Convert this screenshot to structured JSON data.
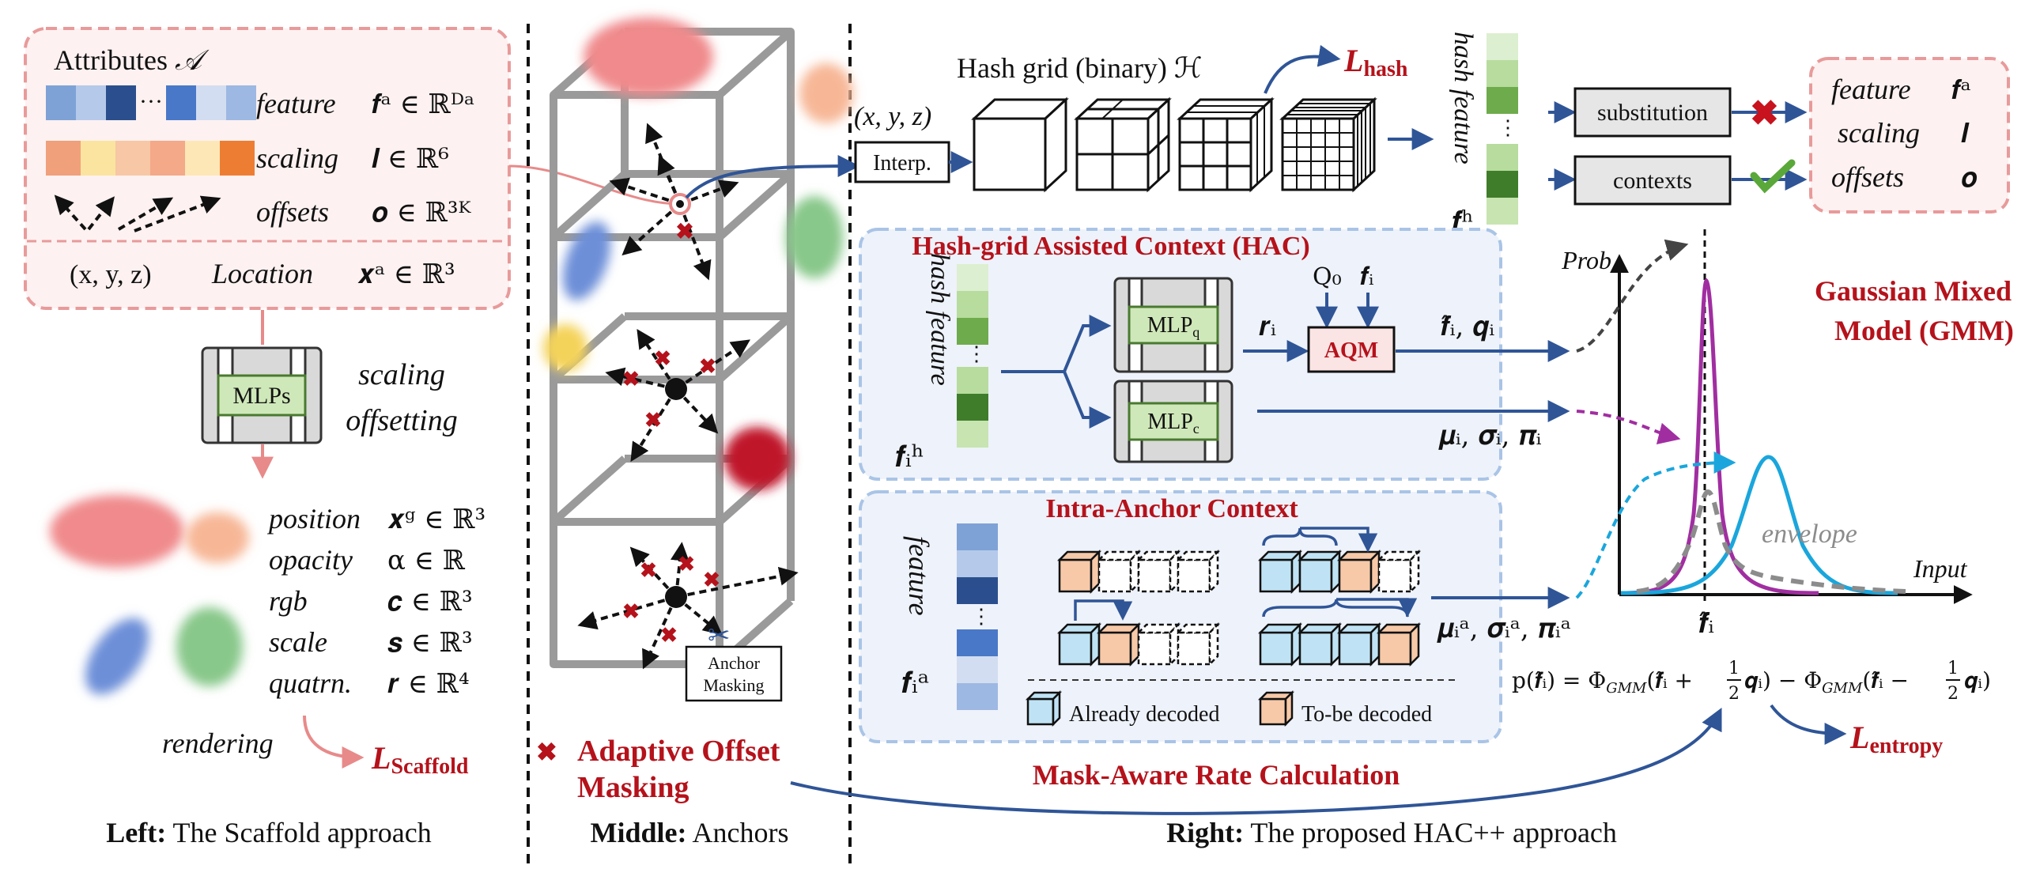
{
  "left": {
    "attributes_title": "Attributes",
    "attributes_symbol": "𝒜",
    "feature_label": "feature",
    "feature_math": "𝒇ᵃ ∈ ℝᴰᵃ",
    "scaling_label": "scaling",
    "scaling_math": "𝒍 ∈ ℝ⁶",
    "offsets_label": "offsets",
    "offsets_math": "𝒐 ∈ ℝ³ᴷ",
    "xyz": "(x, y, z)",
    "location_label": "Location",
    "location_math": "𝒙ᵃ ∈ ℝ³",
    "ellipsis": "···",
    "mlps": "MLPs",
    "scaling_offsetting_1": "scaling",
    "scaling_offsetting_2": "offsetting",
    "gaussians": [
      {
        "label": "position",
        "math": "𝒙ᵍ ∈ ℝ³"
      },
      {
        "label": "opacity",
        "math": "α ∈ ℝ"
      },
      {
        "label": "rgb",
        "math": "𝒄 ∈ ℝ³"
      },
      {
        "label": "scale",
        "math": "𝒔 ∈ ℝ³"
      },
      {
        "label": "quatrn.",
        "math": "𝒓 ∈ ℝ⁴"
      }
    ],
    "rendering": "rendering",
    "loss_main": "L",
    "loss_sub": "Scaffold",
    "caption_bold": "Left:",
    "caption_rest": " The Scaffold approach"
  },
  "middle": {
    "anchor_masking_1": "Anchor",
    "anchor_masking_2": "Masking",
    "adaptive_1": "Adaptive Offset",
    "adaptive_2": "Masking",
    "caption_bold": "Middle:",
    "caption_rest": " Anchors"
  },
  "right": {
    "xyz": "(x, y, z)",
    "interp": "Interp.",
    "hash_grid_title": "Hash grid (binary) ℋ",
    "loss_hash_main": "L",
    "loss_hash_sub": "hash",
    "hash_feature": "hash feature",
    "hash_feature_sym": "𝒇ʰ",
    "substitution": "substitution",
    "contexts": "contexts",
    "out_feature": "feature",
    "out_feature_math": "𝒇ᵃ",
    "out_scaling": "scaling",
    "out_scaling_math": "𝒍",
    "out_offsets": "offsets",
    "out_offsets_math": "𝒐",
    "hac_title": "Hash-grid Assisted Context (HAC)",
    "hac_hash_feature": "hash feature",
    "hac_fih": "𝒇ᵢʰ",
    "mlp_q": "MLP",
    "mlp_q_sub": "q",
    "mlp_c": "MLP",
    "mlp_c_sub": "c",
    "r_i": "𝒓ᵢ",
    "q0": "Q₀",
    "f_i": "𝒇ᵢ",
    "aqm": "AQM",
    "fhat_q": "𝒇̂ᵢ, 𝒒ᵢ",
    "mu_sigma_pi": "𝝁ᵢ, 𝝈ᵢ, 𝝅ᵢ",
    "intra_title": "Intra-Anchor Context",
    "intra_feature": "feature",
    "intra_fia": "𝒇ᵢᵃ",
    "mu_sigma_pi_a": "𝝁ᵢᵃ, 𝝈ᵢᵃ, 𝝅ᵢᵃ",
    "already_decoded": "Already decoded",
    "to_be_decoded": "To-be decoded",
    "gmm_1": "Gaussian Mixed",
    "gmm_2": "Model (GMM)",
    "prob": "Prob",
    "input": "Input",
    "envelope": "envelope",
    "fhat_axis": "𝒇̂ᵢ",
    "formula": "p(𝒇̂ᵢ) = Φ_GMM (𝒇̂ᵢ + ½𝒒ᵢ) − Φ_GMM (𝒇̂ᵢ − ½𝒒ᵢ)",
    "formula_p": "p(𝒇̂ᵢ) = Φ",
    "formula_gmm": "GMM",
    "formula_a": "(𝒇̂ᵢ + ",
    "formula_b": "𝒒ᵢ) − Φ",
    "formula_c": "(𝒇̂ᵢ − ",
    "formula_d": "𝒒ᵢ)",
    "half_num": "1",
    "half_den": "2",
    "loss_entropy_main": "L",
    "loss_entropy_sub": "entropy",
    "mask_aware": "Mask-Aware Rate Calculation",
    "caption_bold": "Right:",
    "caption_rest": " The proposed HAC++ approach"
  },
  "colors": {
    "accent_red": "#b5121b",
    "arrow_blue": "#2f5597",
    "panel_pink": "#e89a9a",
    "panel_blue": "#a9c4e6",
    "mlp_green": "#cfe8b9",
    "gmm_purple": "#a12ea1",
    "gmm_cyan": "#1aa6dc",
    "envelope_gray": "#8c8c8c"
  }
}
